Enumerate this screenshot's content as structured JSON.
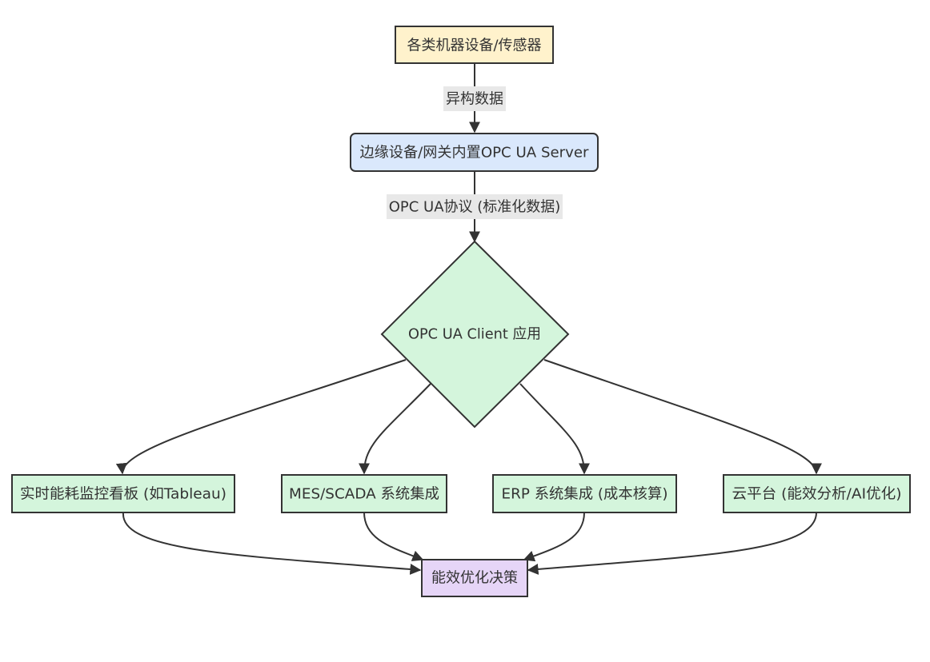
{
  "colors": {
    "source": "#fff2cc",
    "gateway": "#dae8fc",
    "app": "#d4f5dc",
    "decision": "#e6d5f7",
    "stroke": "#333333",
    "edge_label_bg": "#e8e8e8"
  },
  "nodes": {
    "source": "各类机器设备/传感器",
    "gateway": "边缘设备/网关内置OPC UA Server",
    "client": "OPC UA Client 应用",
    "dashboard": "实时能耗监控看板 (如Tableau)",
    "mes": "MES/SCADA 系统集成",
    "erp": "ERP 系统集成 (成本核算)",
    "cloud": "云平台 (能效分析/AI优化)",
    "decision": "能效优化决策"
  },
  "edges": {
    "source_to_gateway": "异构数据",
    "gateway_to_client": "OPC UA协议 (标准化数据)"
  }
}
